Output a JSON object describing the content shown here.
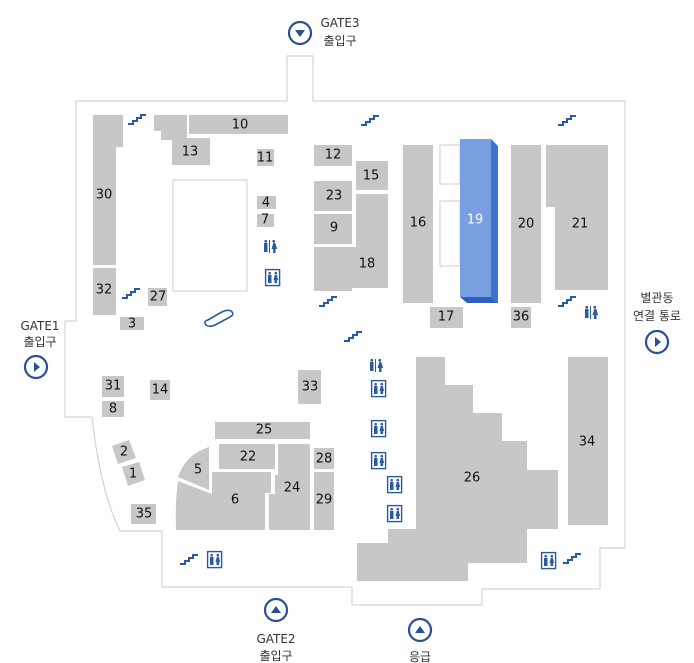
{
  "colors": {
    "booth": "#c8c7c6",
    "highlight": "#789fdf",
    "highlight_side": "#3d72cf",
    "icon": "#2a5aa0"
  },
  "gates": {
    "gate3": {
      "name": "GATE3",
      "sub": "출입구",
      "icon": "arrow-down-circle-icon"
    },
    "gate1": {
      "name": "GATE1",
      "sub": "출입구",
      "icon": "arrow-right-circle-icon"
    },
    "gate2": {
      "name": "GATE2",
      "sub": "출입구",
      "icon": "arrow-up-circle-icon"
    },
    "annex": {
      "line1": "별관동",
      "line2": "연결 통로",
      "icon": "arrow-right-circle-icon"
    },
    "emergency": {
      "name": "응급",
      "icon": "arrow-up-circle-icon"
    }
  },
  "booths": {
    "b1": "1",
    "b2": "2",
    "b3": "3",
    "b4": "4",
    "b5": "5",
    "b6": "6",
    "b7": "7",
    "b8": "8",
    "b9": "9",
    "b10": "10",
    "b11": "11",
    "b12": "12",
    "b13": "13",
    "b14": "14",
    "b15": "15",
    "b16": "16",
    "b17": "17",
    "b18": "18",
    "b19": "19",
    "b20": "20",
    "b21": "21",
    "b22": "22",
    "b23": "23",
    "b24": "24",
    "b25": "25",
    "b26": "26",
    "b27": "27",
    "b28": "28",
    "b29": "29",
    "b30": "30",
    "b31": "31",
    "b32": "32",
    "b33": "33",
    "b34": "34",
    "b35": "35",
    "b36": "36"
  },
  "selected_booth": "19"
}
